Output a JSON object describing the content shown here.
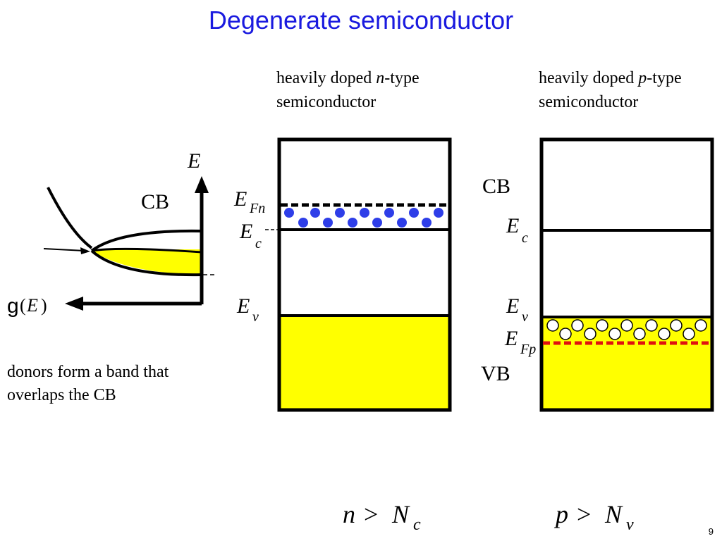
{
  "title": "Degenerate semiconductor",
  "left_diagram": {
    "axis_energy_label": "E",
    "band_label": "CB",
    "dos_label_g": "g",
    "dos_label_paren_open": "(",
    "dos_label_var": "E",
    "dos_label_paren_close": ")"
  },
  "note": {
    "line1": "donors form a band that",
    "line2": "overlaps the CB"
  },
  "n_type": {
    "caption_prefix": "heavily doped ",
    "caption_italic": "n",
    "caption_suffix": "-type",
    "caption_line2": "semiconductor",
    "fermi_label": "E",
    "fermi_sub": "Fn",
    "ec_label": "E",
    "ec_sub": "c",
    "ev_label": "E",
    "ev_sub": "v",
    "condition_var": "n",
    "condition_op": ">",
    "condition_N": "N",
    "condition_sub": "c"
  },
  "p_type": {
    "caption_prefix": "heavily doped ",
    "caption_italic": "p",
    "caption_suffix": "-type",
    "caption_line2": "semiconductor",
    "cb_label": "CB",
    "ec_label": "E",
    "ec_sub": "c",
    "ev_label": "E",
    "ev_sub": "v",
    "fermi_label": "E",
    "fermi_sub": "Fp",
    "vb_label": "VB",
    "condition_var": "p",
    "condition_op": ">",
    "condition_N": "N",
    "condition_sub": "v"
  },
  "page_number": "9",
  "colors": {
    "title": "#1a1adf",
    "band_fill": "#ffff00",
    "electron": "#2e3ee8",
    "hole": "#ffffff",
    "fermi_n": "#000000",
    "fermi_p": "#e01010"
  }
}
